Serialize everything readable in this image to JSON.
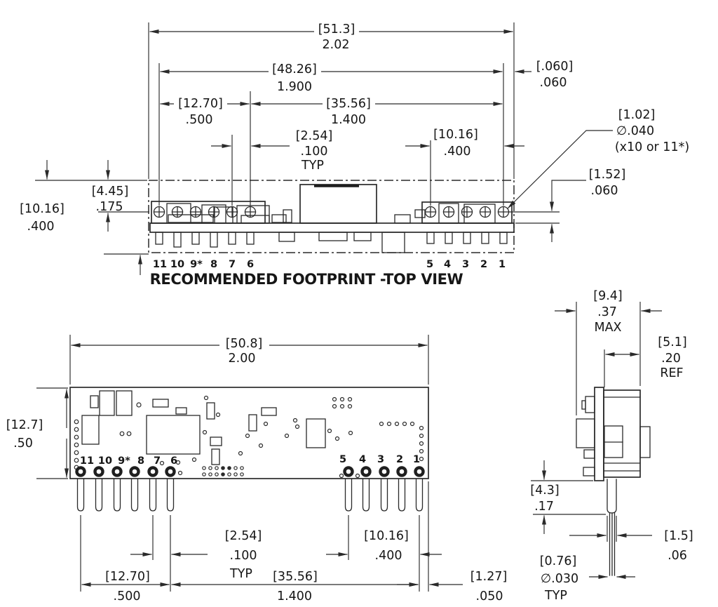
{
  "title": "RECOMMENDED FOOTPRINT -TOP VIEW",
  "colors": {
    "line": "#2a2a2a",
    "background": "#ffffff"
  },
  "top_view": {
    "pins_left": [
      "11",
      "10",
      "9*",
      "8",
      "7",
      "6"
    ],
    "pins_right": [
      "5",
      "4",
      "3",
      "2",
      "1"
    ],
    "dims": {
      "overall_width": {
        "mm": "[51.3]",
        "inch": "2.02"
      },
      "pin_row_span": {
        "mm": "[48.26]",
        "inch": "1.900"
      },
      "left_group_span": {
        "mm": "[12.70]",
        "inch": ".500"
      },
      "center_span": {
        "mm": "[35.56]",
        "inch": "1.400"
      },
      "pitch": {
        "mm": "[2.54]",
        "inch": ".100",
        "note": "TYP"
      },
      "right_group_span": {
        "mm": "[10.16]",
        "inch": ".400"
      },
      "edge_margin": {
        "mm": "[.060]",
        "inch": ".060"
      },
      "hole_dia": {
        "mm": "[1.02]",
        "inch": "∅.040",
        "note": "(x10 or 11*)"
      },
      "row_to_edge": {
        "mm": "[1.52]",
        "inch": ".060"
      },
      "row_offset": {
        "mm": "[4.45]",
        "inch": ".175"
      },
      "footprint_height": {
        "mm": "[10.16]",
        "inch": ".400"
      }
    }
  },
  "bottom_view": {
    "pins_left": [
      "11",
      "10",
      "9*",
      "8",
      "7",
      "6"
    ],
    "pins_right": [
      "5",
      "4",
      "3",
      "2",
      "1"
    ],
    "dims": {
      "board_width": {
        "mm": "[50.8]",
        "inch": "2.00"
      },
      "board_height": {
        "mm": "[12.7]",
        "inch": ".50"
      },
      "pitch": {
        "mm": "[2.54]",
        "inch": ".100",
        "note": "TYP"
      },
      "left_group_span": {
        "mm": "[12.70]",
        "inch": ".500"
      },
      "center_span": {
        "mm": "[35.56]",
        "inch": "1.400"
      },
      "right_group_span": {
        "mm": "[10.16]",
        "inch": ".400"
      },
      "pin_to_edge": {
        "mm": "[1.27]",
        "inch": ".050"
      }
    }
  },
  "side_view": {
    "dims": {
      "depth_max": {
        "mm": "[9.4]",
        "inch": ".37",
        "note": "MAX"
      },
      "body_depth": {
        "mm": "[5.1]",
        "inch": ".20",
        "note": "REF"
      },
      "standoff": {
        "mm": "[4.3]",
        "inch": ".17"
      },
      "pin_shoulder": {
        "mm": "[1.5]",
        "inch": ".06"
      },
      "pin_dia": {
        "mm": "[0.76]",
        "inch": "∅.030",
        "note": "TYP"
      }
    }
  }
}
